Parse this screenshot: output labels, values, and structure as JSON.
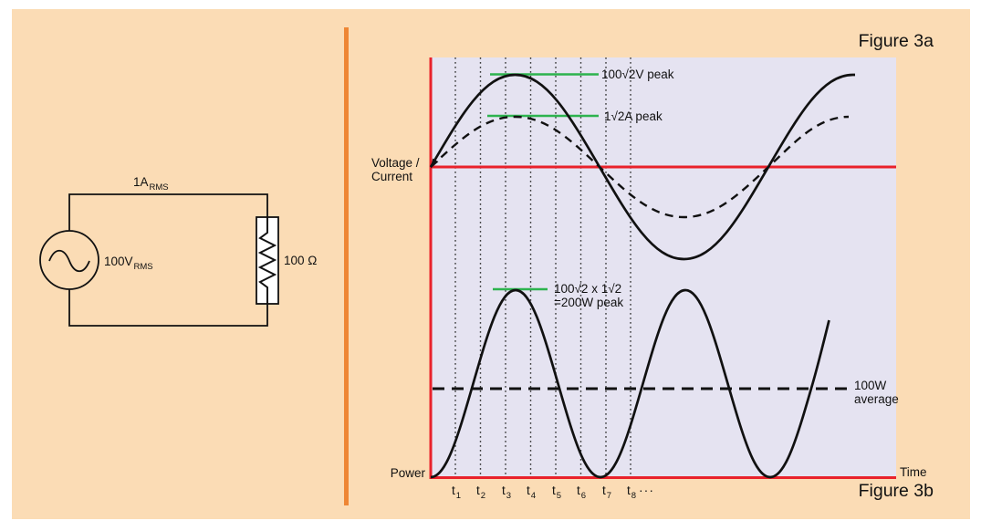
{
  "figures": {
    "a": "Figure 3a",
    "b": "Figure 3b"
  },
  "circuit": {
    "current": {
      "base": "1A",
      "sub": "RMS"
    },
    "source": {
      "base": "100V",
      "sub": "RMS"
    },
    "resistor": "100 Ω"
  },
  "graph": {
    "y_label_line1": "Voltage /",
    "y_label_line2": "Current",
    "voltage_peak": "100√2V peak",
    "current_peak": "1√2A peak",
    "power_peak_line1": "100√2 x 1√2",
    "power_peak_line2": "=200W peak",
    "average_line1": "100W",
    "average_line2": "average",
    "power_label": "Power",
    "time_label": "Time",
    "ticks": [
      {
        "base": "t",
        "sub": "1"
      },
      {
        "base": "t",
        "sub": "2"
      },
      {
        "base": "t",
        "sub": "3"
      },
      {
        "base": "t",
        "sub": "4"
      },
      {
        "base": "t",
        "sub": "5"
      },
      {
        "base": "t",
        "sub": "6"
      },
      {
        "base": "t",
        "sub": "7"
      },
      {
        "base": "t",
        "sub": "8"
      }
    ],
    "ticks_more": "···"
  },
  "colors": {
    "background": "#FBDCB5",
    "plot_background": "#E5E3F1",
    "axis_red": "#E9222B",
    "marker_green": "#2DB34E",
    "divider_orange": "#EE8634",
    "waveform_black": "#111111"
  },
  "chart_data": [
    {
      "figure": "Figure 3a",
      "type": "line",
      "title": "Voltage and current sine waves across a 100 Ω resistor",
      "xlabel": "Time",
      "ylabel": "Voltage / Current",
      "x_ticks": [
        "t1",
        "t2",
        "t3",
        "t4",
        "t5",
        "t6",
        "t7",
        "t8"
      ],
      "series": [
        {
          "name": "Voltage",
          "line_style": "solid",
          "waveform": "sine",
          "rms": "100 V",
          "peak": "100√2 V",
          "peak_value": 141.4,
          "starts_at": 0,
          "cycles_shown": 1.25
        },
        {
          "name": "Current",
          "line_style": "dashed",
          "waveform": "sine",
          "rms": "1 A",
          "peak": "1√2 A",
          "peak_value": 1.414,
          "starts_at": 0,
          "cycles_shown": 1.25,
          "phase_relative_to_voltage_deg": 0
        }
      ],
      "annotations": [
        "100√2V peak",
        "1√2A peak"
      ],
      "grid": "vertical dotted lines at t1–t8",
      "legend": "none"
    },
    {
      "figure": "Figure 3b",
      "type": "line",
      "title": "Instantaneous power (sin²) dissipated in the resistor",
      "xlabel": "Time",
      "ylabel": "Power",
      "x_ticks": [
        "t1",
        "t2",
        "t3",
        "t4",
        "t5",
        "t6",
        "t7",
        "t8"
      ],
      "series": [
        {
          "name": "Power",
          "line_style": "solid",
          "waveform": "sine_squared",
          "peak": "200 W",
          "peak_value": 200,
          "average": "100 W",
          "average_value": 100,
          "minimum_value": 0,
          "frequency": "twice the voltage frequency"
        }
      ],
      "annotations": [
        "100√2 x 1√2 =200W peak",
        "100W average"
      ],
      "grid": "vertical dotted lines at t1–t8",
      "legend": "none"
    }
  ]
}
